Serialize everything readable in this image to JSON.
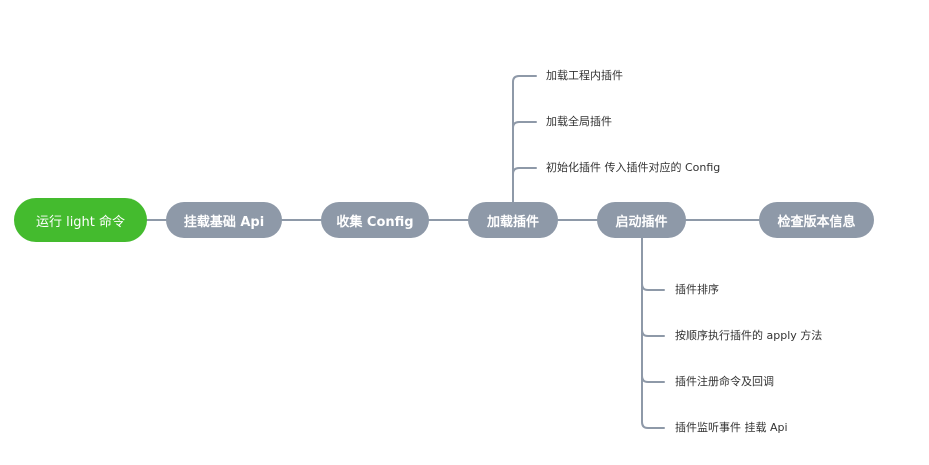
{
  "diagram": {
    "root": "运行 light 命令",
    "steps": [
      "挂载基础 Api",
      "收集 Config",
      "加载插件",
      "启动插件",
      "检查版本信息"
    ],
    "load_plugin_children": [
      "加载工程内插件",
      "加载全局插件",
      "初始化插件 传入插件对应的 Config"
    ],
    "start_plugin_children": [
      "插件排序",
      "按顺序执行插件的 apply 方法",
      "插件注册命令及回调",
      "插件监听事件 挂载 Api"
    ]
  },
  "colors": {
    "root": "#44bb2e",
    "node": "#8e99a8",
    "line": "#8e99a8",
    "leaf_text": "#333333"
  }
}
